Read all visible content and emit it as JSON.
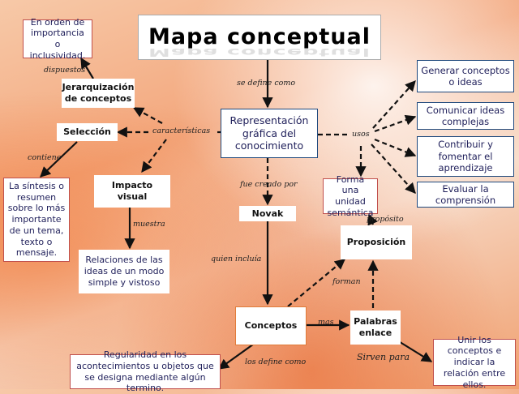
{
  "title": "Mapa conceptual",
  "nodes": {
    "orden": "En orden de importancia o inclusividad.",
    "jerarquizacion": "Jerarquización de conceptos",
    "seleccion": "Selección",
    "sintesis": "La síntesis o resumen sobre lo más importante de un tema, texto o mensaje.",
    "impacto": "Impacto visual",
    "relaciones": "Relaciones de las ideas de un modo simple y vistoso",
    "representacion": "Representación gráfica del conocimiento",
    "novak": "Novak",
    "conceptos": "Conceptos",
    "regularidad": "Regularidad en los acontecimientos u objetos que se designa mediante algún termino.",
    "palabras_enlace": "Palabras enlace",
    "unir": "Unir los conceptos e indicar la relación entre ellos.",
    "proposicion": "Proposición",
    "forma_unidad": "Forma una unidad semántica",
    "generar": "Generar conceptos o ideas",
    "comunicar": "Comunicar ideas complejas",
    "contribuir": "Contribuir y fomentar el aprendizaje",
    "evaluar": "Evaluar la comprensión"
  },
  "labels": {
    "dispuestos": "dispuestos",
    "contiene": "contiene",
    "caracteristicas": "características",
    "muestra": "muestra",
    "se_define_como": "se define como",
    "fue_creado_por": "fue creado por",
    "quien_incluia": "quien incluía",
    "los_define_como": "los define como",
    "mas": "mas",
    "forman": "forman",
    "proposito": "propósito",
    "sirven_para": "Sirven para",
    "usos": "usos"
  }
}
